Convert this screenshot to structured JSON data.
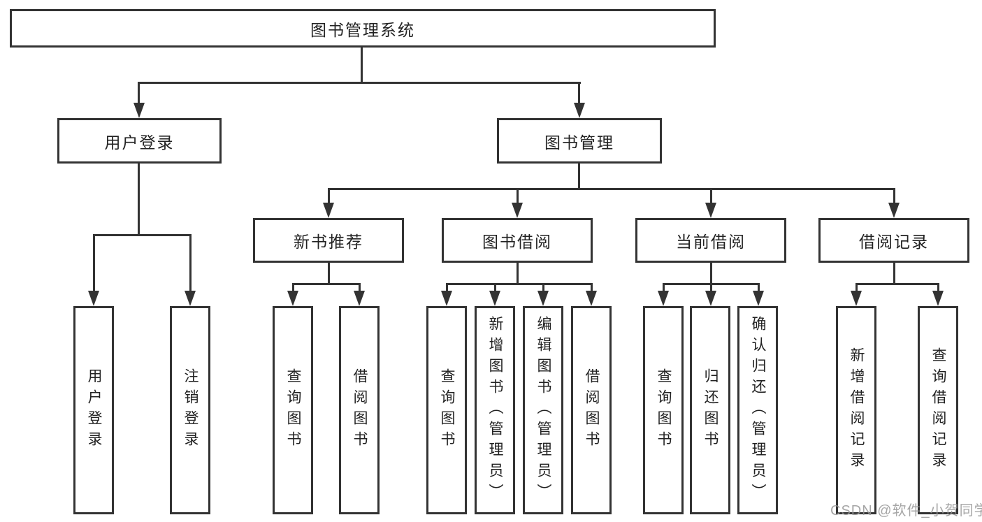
{
  "diagram_type": "functional-structure-tree",
  "colors": {
    "line": "#333333",
    "border": "#333333",
    "text": "#222222",
    "background": "#ffffff",
    "watermark": "#969696"
  },
  "watermark": {
    "text": "CSDN @软件_小贺同学"
  },
  "tree": {
    "root": "图书管理系统",
    "children": [
      {
        "label": "用户登录",
        "children": [
          "用户登录",
          "注销登录"
        ]
      },
      {
        "label": "图书管理",
        "children": [
          {
            "label": "新书推荐",
            "children": [
              "查询图书",
              "借阅图书"
            ]
          },
          {
            "label": "图书借阅",
            "children": [
              "查询图书",
              "新增图书（管理员）",
              "编辑图书（管理员）",
              "借阅图书"
            ]
          },
          {
            "label": "当前借阅",
            "children": [
              "查询图书",
              "归还图书",
              "确认归还（管理员）"
            ]
          },
          {
            "label": "借阅记录",
            "children": [
              "新增借阅记录",
              "查询借阅记录"
            ]
          }
        ]
      }
    ]
  }
}
